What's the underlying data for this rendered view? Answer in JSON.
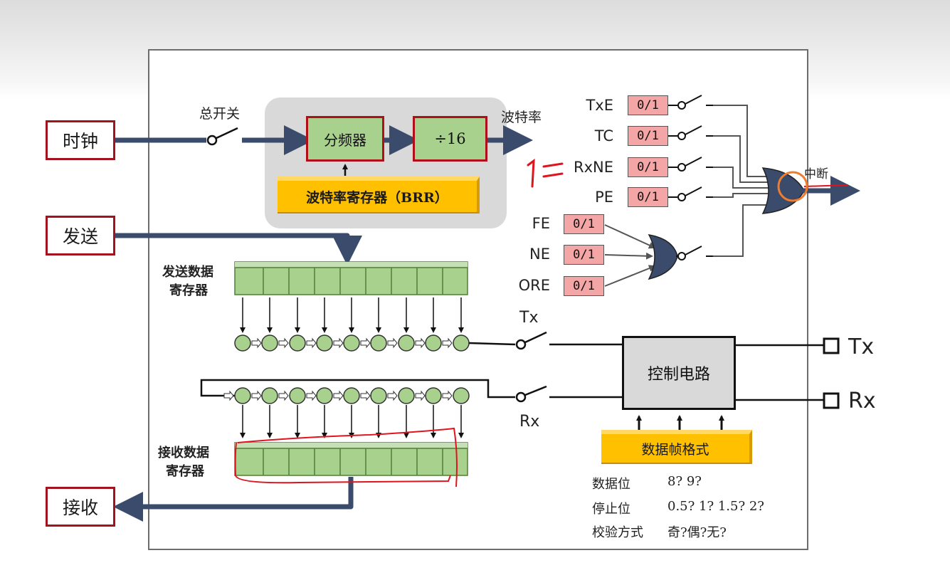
{
  "inputs": {
    "clock": "时钟",
    "send": "发送",
    "receive": "接收"
  },
  "master_switch": "总开关",
  "divider": "分频器",
  "div16": "÷16",
  "baud_rate_label": "波特率",
  "brr": "波特率寄存器（BRR）",
  "flags": [
    {
      "name": "TxE",
      "value": "0/1"
    },
    {
      "name": "TC",
      "value": "0/1"
    },
    {
      "name": "RxNE",
      "value": "0/1"
    },
    {
      "name": "PE",
      "value": "0/1"
    }
  ],
  "error_flags": [
    {
      "name": "FE",
      "value": "0/1"
    },
    {
      "name": "NE",
      "value": "0/1"
    },
    {
      "name": "ORE",
      "value": "0/1"
    }
  ],
  "interrupt_label": "中断",
  "handwriting": "1=",
  "tdr_label_line1": "发送数据",
  "tdr_label_line2": "寄存器",
  "rdr_label_line1": "接收数据",
  "rdr_label_line2": "寄存器",
  "tx_switch_label": "Tx",
  "rx_switch_label": "Rx",
  "control_circuit": "控制电路",
  "pins": {
    "tx": "Tx",
    "rx": "Rx"
  },
  "frame_format": "数据帧格式",
  "params": [
    {
      "name": "数据位",
      "value": "8? 9?"
    },
    {
      "name": "停止位",
      "value": "0.5? 1? 1.5? 2?"
    },
    {
      "name": "校验方式",
      "value": "奇?偶?无?"
    }
  ]
}
